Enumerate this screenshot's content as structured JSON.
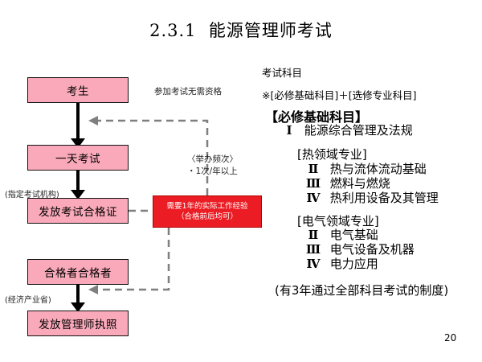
{
  "title": "2.3.1  能源管理师考试",
  "flow": {
    "boxes": [
      "考生",
      "一天考试",
      "发放考试合格证",
      "合格者合格者",
      "发放管理师执照"
    ],
    "note_no_qualification": "参加考试无需资格",
    "org_exam": "(指定考试机构)",
    "org_ministry": "(经济产业省)",
    "frequency_title": "〈举办频次〉",
    "frequency_value": "・1次/年以上",
    "experience_line1": "需要1年的实际工作经验",
    "experience_line2": "（合格前后均可）"
  },
  "subjects": {
    "heading": "考试科目",
    "formula": "※[必修基础科目]＋[选修专业科目]",
    "required": {
      "title": "【必修基础科目】",
      "items": [
        {
          "num": "Ⅰ",
          "text": "能源综合管理及法规"
        }
      ]
    },
    "heat": {
      "title": "[热领域专业]",
      "items": [
        {
          "num": "Ⅱ",
          "text": "热与流体流动基础"
        },
        {
          "num": "Ⅲ",
          "text": "燃料与燃烧"
        },
        {
          "num": "Ⅳ",
          "text": "热利用设备及其管理"
        }
      ]
    },
    "electric": {
      "title": "[电气领域专业]",
      "items": [
        {
          "num": "Ⅱ",
          "text": "电气基础"
        },
        {
          "num": "Ⅲ",
          "text": "电气设备及机器"
        },
        {
          "num": "Ⅳ",
          "text": "电力应用"
        }
      ]
    },
    "note": "(有3年通过全部科目考试的制度)"
  },
  "page_number": "20",
  "colors": {
    "box_fill": "#f9a9b9",
    "red_box": "#ec1c24",
    "dashed": "#7f7f7f"
  }
}
